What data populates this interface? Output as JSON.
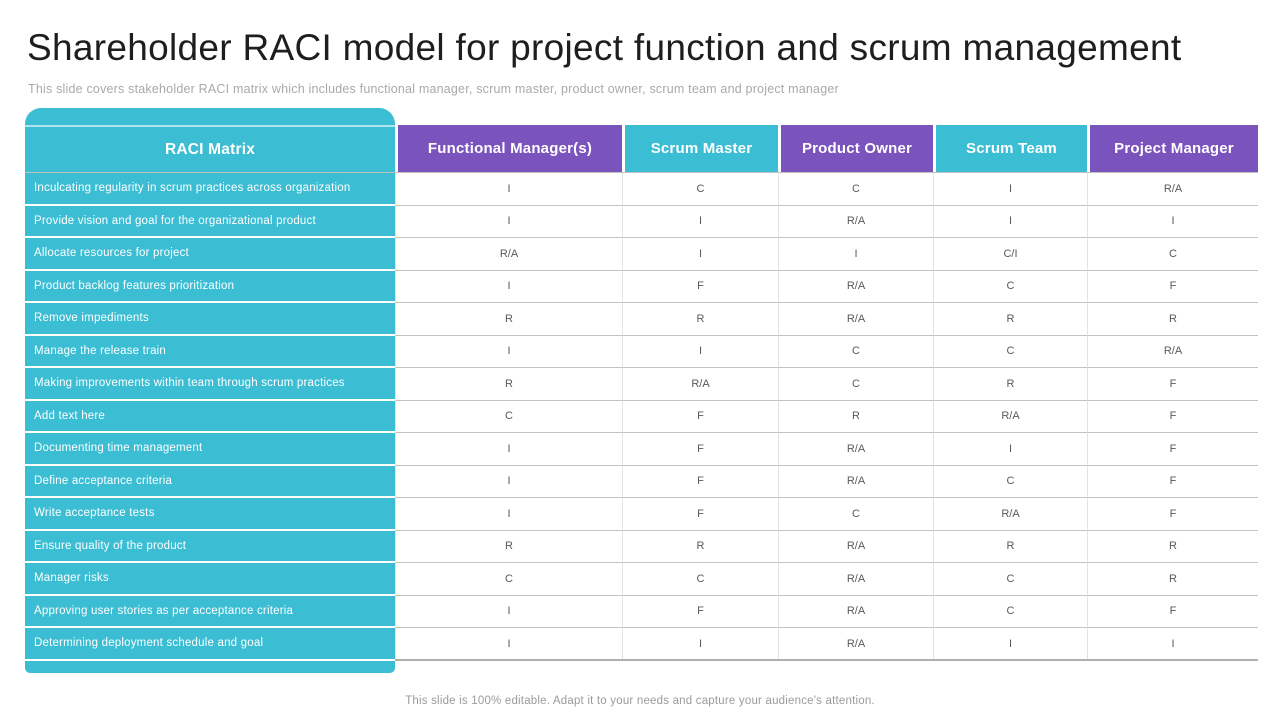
{
  "slide": {
    "title": "Shareholder RACI model for project function and scrum management",
    "subtitle": "This slide covers stakeholder RACI matrix which includes functional manager, scrum master, product owner, scrum team and project manager",
    "footer": "This slide is 100% editable. Adapt it to your needs and capture your audience's attention."
  },
  "colors": {
    "teal": "#3BBDD3",
    "purple": "#7B53BD",
    "title_text": "#1E1E1E",
    "muted_text": "#A9A9A9",
    "cell_text": "#595959"
  },
  "table": {
    "corner_header": "RACI Matrix",
    "columns": [
      "Functional Manager(s)",
      "Scrum Master",
      "Product Owner",
      "Scrum Team",
      "Project Manager"
    ],
    "rows": [
      {
        "label": "Inculcating regularity in scrum practices across organization",
        "cells": [
          "I",
          "C",
          "C",
          "I",
          "R/A"
        ]
      },
      {
        "label": "Provide vision and goal for the organizational product",
        "cells": [
          "I",
          "I",
          "R/A",
          "I",
          "I"
        ]
      },
      {
        "label": "Allocate resources for project",
        "cells": [
          "R/A",
          "I",
          "I",
          "C/I",
          "C"
        ]
      },
      {
        "label": "Product backlog features prioritization",
        "cells": [
          "I",
          "F",
          "R/A",
          "C",
          "F"
        ]
      },
      {
        "label": "Remove impediments",
        "cells": [
          "R",
          "R",
          "R/A",
          "R",
          "R"
        ]
      },
      {
        "label": "Manage the release train",
        "cells": [
          "I",
          "I",
          "C",
          "C",
          "R/A"
        ]
      },
      {
        "label": "Making improvements within team through scrum practices",
        "cells": [
          "R",
          "R/A",
          "C",
          "R",
          "F"
        ]
      },
      {
        "label": "Add text here",
        "cells": [
          "C",
          "F",
          "R",
          "R/A",
          "F"
        ]
      },
      {
        "label": "Documenting time management",
        "cells": [
          "I",
          "F",
          "R/A",
          "I",
          "F"
        ]
      },
      {
        "label": "Define acceptance criteria",
        "cells": [
          "I",
          "F",
          "R/A",
          "C",
          "F"
        ]
      },
      {
        "label": "Write acceptance tests",
        "cells": [
          "I",
          "F",
          "C",
          "R/A",
          "F"
        ]
      },
      {
        "label": "Ensure quality of the product",
        "cells": [
          "R",
          "R",
          "R/A",
          "R",
          "R"
        ]
      },
      {
        "label": "Manager risks",
        "cells": [
          "C",
          "C",
          "R/A",
          "C",
          "R"
        ]
      },
      {
        "label": "Approving user stories as per acceptance criteria",
        "cells": [
          "I",
          "F",
          "R/A",
          "C",
          "F"
        ]
      },
      {
        "label": "Determining deployment schedule and goal",
        "cells": [
          "I",
          "I",
          "R/A",
          "I",
          "I"
        ]
      }
    ]
  }
}
